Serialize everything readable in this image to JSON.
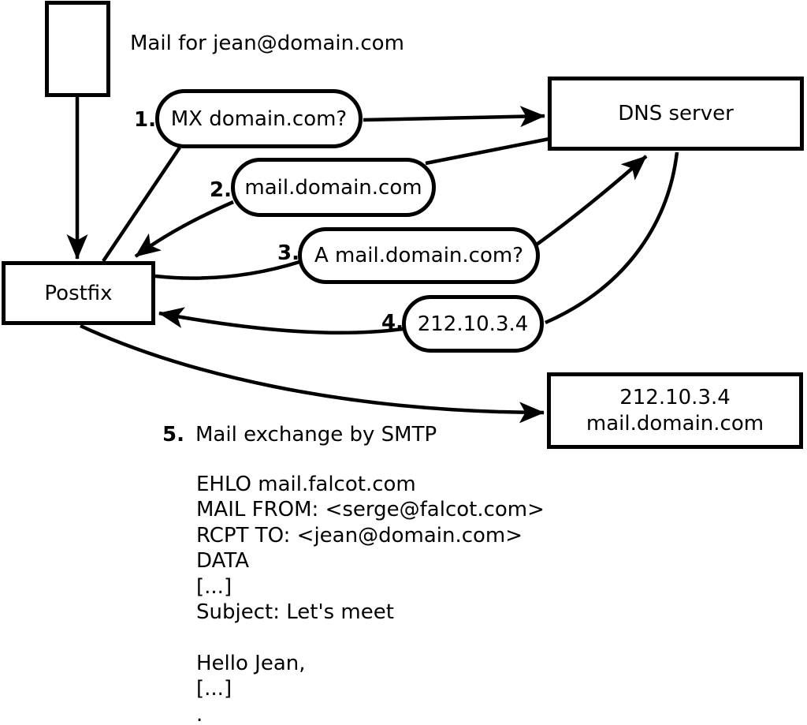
{
  "diagram": {
    "mail_note": "Mail for jean@domain.com",
    "postfix_label": "Postfix",
    "dns_label": "DNS server",
    "destination": {
      "ip": "212.10.3.4",
      "hostname": "mail.domain.com"
    },
    "steps": [
      {
        "number": "1.",
        "label": "MX domain.com?"
      },
      {
        "number": "2.",
        "label": "mail.domain.com"
      },
      {
        "number": "3.",
        "label": "A mail.domain.com?"
      },
      {
        "number": "4.",
        "label": "212.10.3.4"
      },
      {
        "number": "5.",
        "label": "Mail exchange by SMTP"
      }
    ],
    "smtp_session": "EHLO mail.falcot.com\nMAIL FROM: <serge@falcot.com>\nRCPT TO: <jean@domain.com>\nDATA\n[...]\nSubject: Let's meet\n\nHello Jean,\n[...]\n.",
    "colors": {
      "ink": "#000000",
      "paper": "#ffffff"
    }
  }
}
